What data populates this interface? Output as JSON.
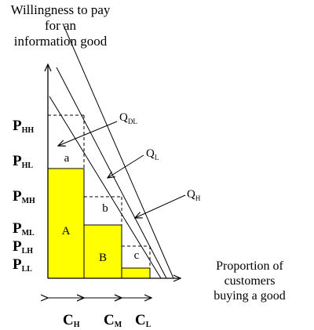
{
  "y_axis_title": [
    "Willingness to pay",
    "for an",
    "information good"
  ],
  "x_axis_title": [
    "Proportion of",
    "customers",
    "buying a good"
  ],
  "price_levels": [
    {
      "main": "P",
      "sub": "HH"
    },
    {
      "main": "P",
      "sub": "HL"
    },
    {
      "main": "P",
      "sub": "MH"
    },
    {
      "main": "P",
      "sub": "ML"
    },
    {
      "main": "P",
      "sub": "LH"
    },
    {
      "main": "P",
      "sub": "LL"
    }
  ],
  "demand_curves": [
    {
      "main": "Q",
      "sub": "DL"
    },
    {
      "main": "Q",
      "sub": "L"
    },
    {
      "main": "Q",
      "sub": "H"
    }
  ],
  "segments": [
    {
      "main": "C",
      "sub": "H"
    },
    {
      "main": "C",
      "sub": "M"
    },
    {
      "main": "C",
      "sub": "L"
    }
  ],
  "areas": {
    "A": "A",
    "B": "B",
    "a": "a",
    "b": "b",
    "c": "c"
  },
  "colors": {
    "fill": "#ffff00",
    "line": "#000000",
    "background": "#ffffff"
  }
}
